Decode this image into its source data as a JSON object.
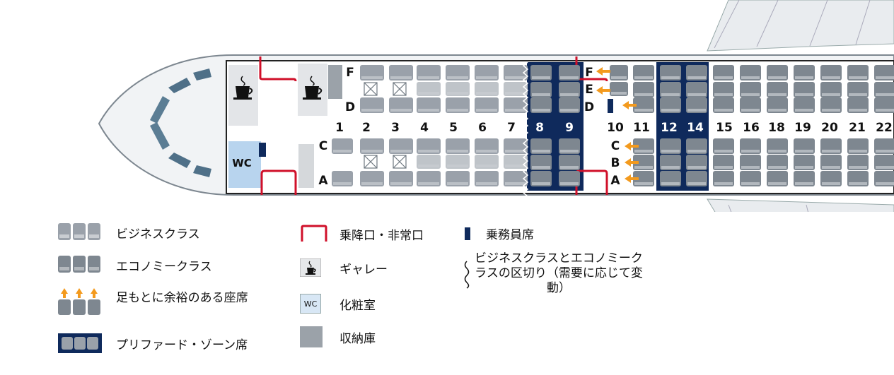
{
  "seatmap": {
    "row_numbers": [
      "1",
      "2",
      "3",
      "4",
      "5",
      "6",
      "7",
      "8",
      "9",
      "10",
      "11",
      "12",
      "14",
      "15",
      "16",
      "18",
      "19",
      "20",
      "21",
      "22"
    ],
    "preferred_zone_rows": [
      "8",
      "9",
      "12",
      "14"
    ],
    "seat_letters_front": {
      "upper_top": "F",
      "upper_bottom": "D",
      "lower_top": "C",
      "lower_bottom": "A"
    },
    "seat_letters_exit": {
      "f": "F",
      "e": "E",
      "d": "D",
      "c": "C",
      "b": "B",
      "a": "A"
    },
    "wc_label": "WC"
  },
  "legend": {
    "business": "ビジネスクラス",
    "economy": "エコノミークラス",
    "legroom": "足もとに余裕のある座席",
    "preferred": "プリファード・ゾーン席",
    "exit": "乗降口・非常口",
    "galley": "ギャレー",
    "lavatory": "化粧室",
    "lavatory_icon": "WC",
    "storage": "収納庫",
    "crew": "乗務員席",
    "divider": "ビジネスクラスとエコノミークラスの区切り（需要に応じて変動）"
  },
  "colors": {
    "seat_business": "#9aa1aa",
    "seat_economy": "#7e8790",
    "preferred": "#0f2a5c",
    "exit": "#d0102a",
    "arrow": "#f39a1e",
    "wc": "#b8d4ee",
    "storage": "#9ba2a9"
  },
  "icons": {
    "galley": "coffee-cup-icon",
    "divider": "zigzag-icon",
    "crew": "crew-seat-icon"
  }
}
